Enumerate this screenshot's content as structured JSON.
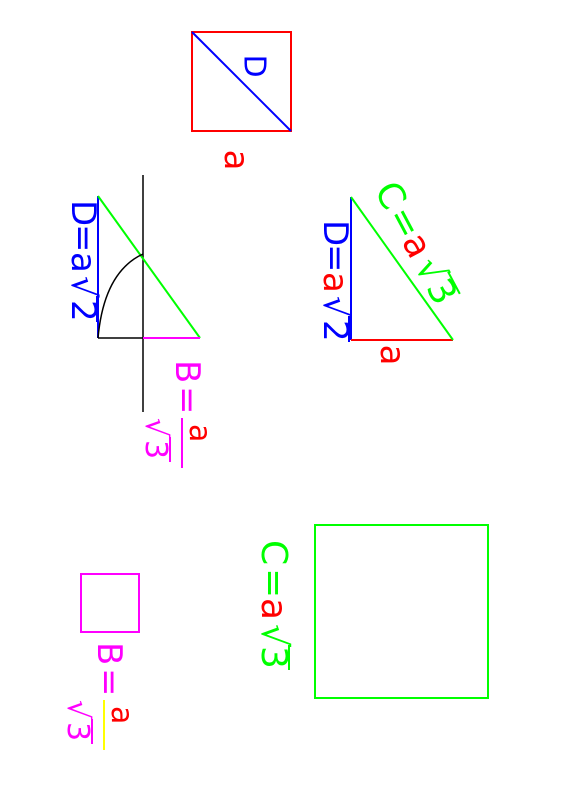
{
  "colors": {
    "red": "#ff0000",
    "blue": "#0000ff",
    "green": "#00ff00",
    "magenta": "#ff00ff",
    "black": "#000000",
    "yellow": "#ffff00"
  },
  "labels": {
    "a": "a",
    "D": "D",
    "C": "C",
    "B": "B",
    "eq": "=",
    "sqrt": "√",
    "two": "2",
    "three": "3"
  }
}
